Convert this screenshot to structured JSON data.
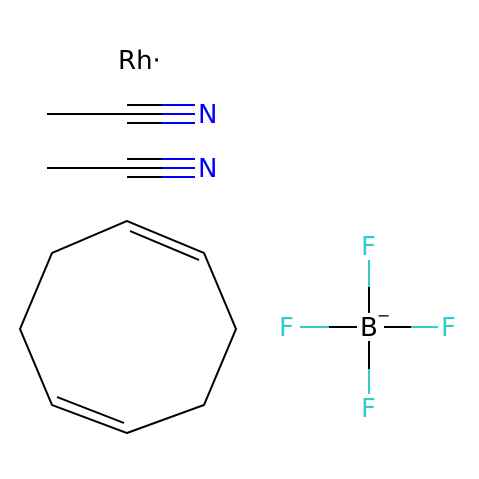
{
  "colors": {
    "carbon_bond": "#000000",
    "nitrogen": "#0000FF",
    "fluorine": "#33CCCC",
    "boron": "#000000",
    "rhodium": "#000000",
    "background": "#FFFFFF"
  },
  "labels": {
    "rhodium": "Rh·",
    "nitrogen_1": "N",
    "nitrogen_2": "N",
    "boron": "B",
    "boron_charge": "−",
    "fluorine_top": "F",
    "fluorine_left": "F",
    "fluorine_right": "F",
    "fluorine_bottom": "F"
  }
}
